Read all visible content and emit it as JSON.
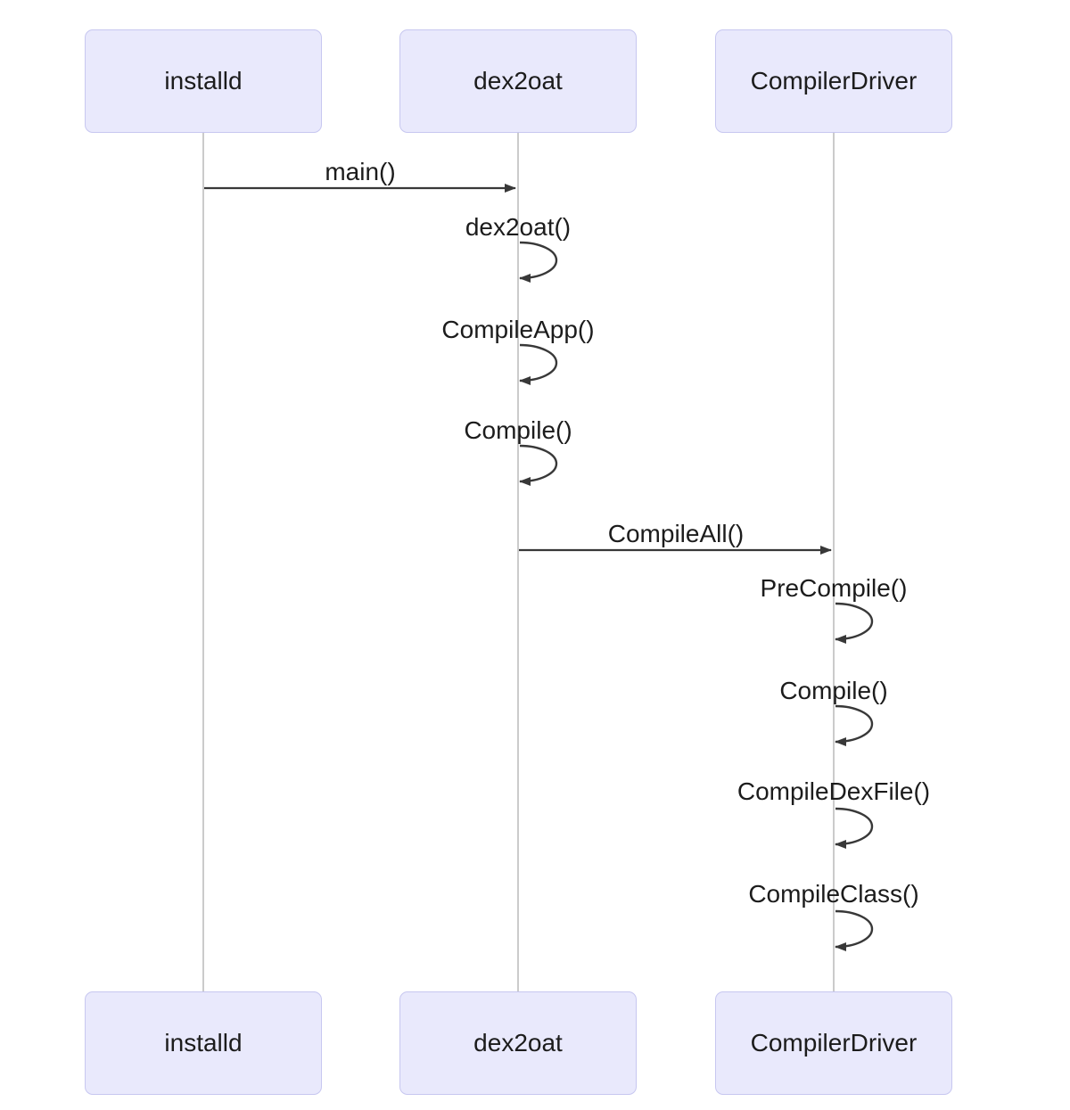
{
  "diagram": {
    "type": "uml-sequence",
    "participants": [
      {
        "id": "installd",
        "name": "installd"
      },
      {
        "id": "dex2oat",
        "name": "dex2oat"
      },
      {
        "id": "CompilerDriver",
        "name": "CompilerDriver"
      }
    ],
    "messages": [
      {
        "from": "installd",
        "to": "dex2oat",
        "label": "main()",
        "kind": "call"
      },
      {
        "from": "dex2oat",
        "to": "dex2oat",
        "label": "dex2oat()",
        "kind": "self"
      },
      {
        "from": "dex2oat",
        "to": "dex2oat",
        "label": "CompileApp()",
        "kind": "self"
      },
      {
        "from": "dex2oat",
        "to": "dex2oat",
        "label": "Compile()",
        "kind": "self"
      },
      {
        "from": "dex2oat",
        "to": "CompilerDriver",
        "label": "CompileAll()",
        "kind": "call"
      },
      {
        "from": "CompilerDriver",
        "to": "CompilerDriver",
        "label": "PreCompile()",
        "kind": "self"
      },
      {
        "from": "CompilerDriver",
        "to": "CompilerDriver",
        "label": "Compile()",
        "kind": "self"
      },
      {
        "from": "CompilerDriver",
        "to": "CompilerDriver",
        "label": "CompileDexFile()",
        "kind": "self"
      },
      {
        "from": "CompilerDriver",
        "to": "CompilerDriver",
        "label": "CompileClass()",
        "kind": "self"
      }
    ],
    "colors": {
      "background": "#ffffff",
      "participant_fill": "#e9e9fc",
      "participant_border": "#c7c7f0",
      "lifeline": "#b5b5b5",
      "message_stroke": "#383838",
      "text": "#1c1c1c"
    }
  }
}
